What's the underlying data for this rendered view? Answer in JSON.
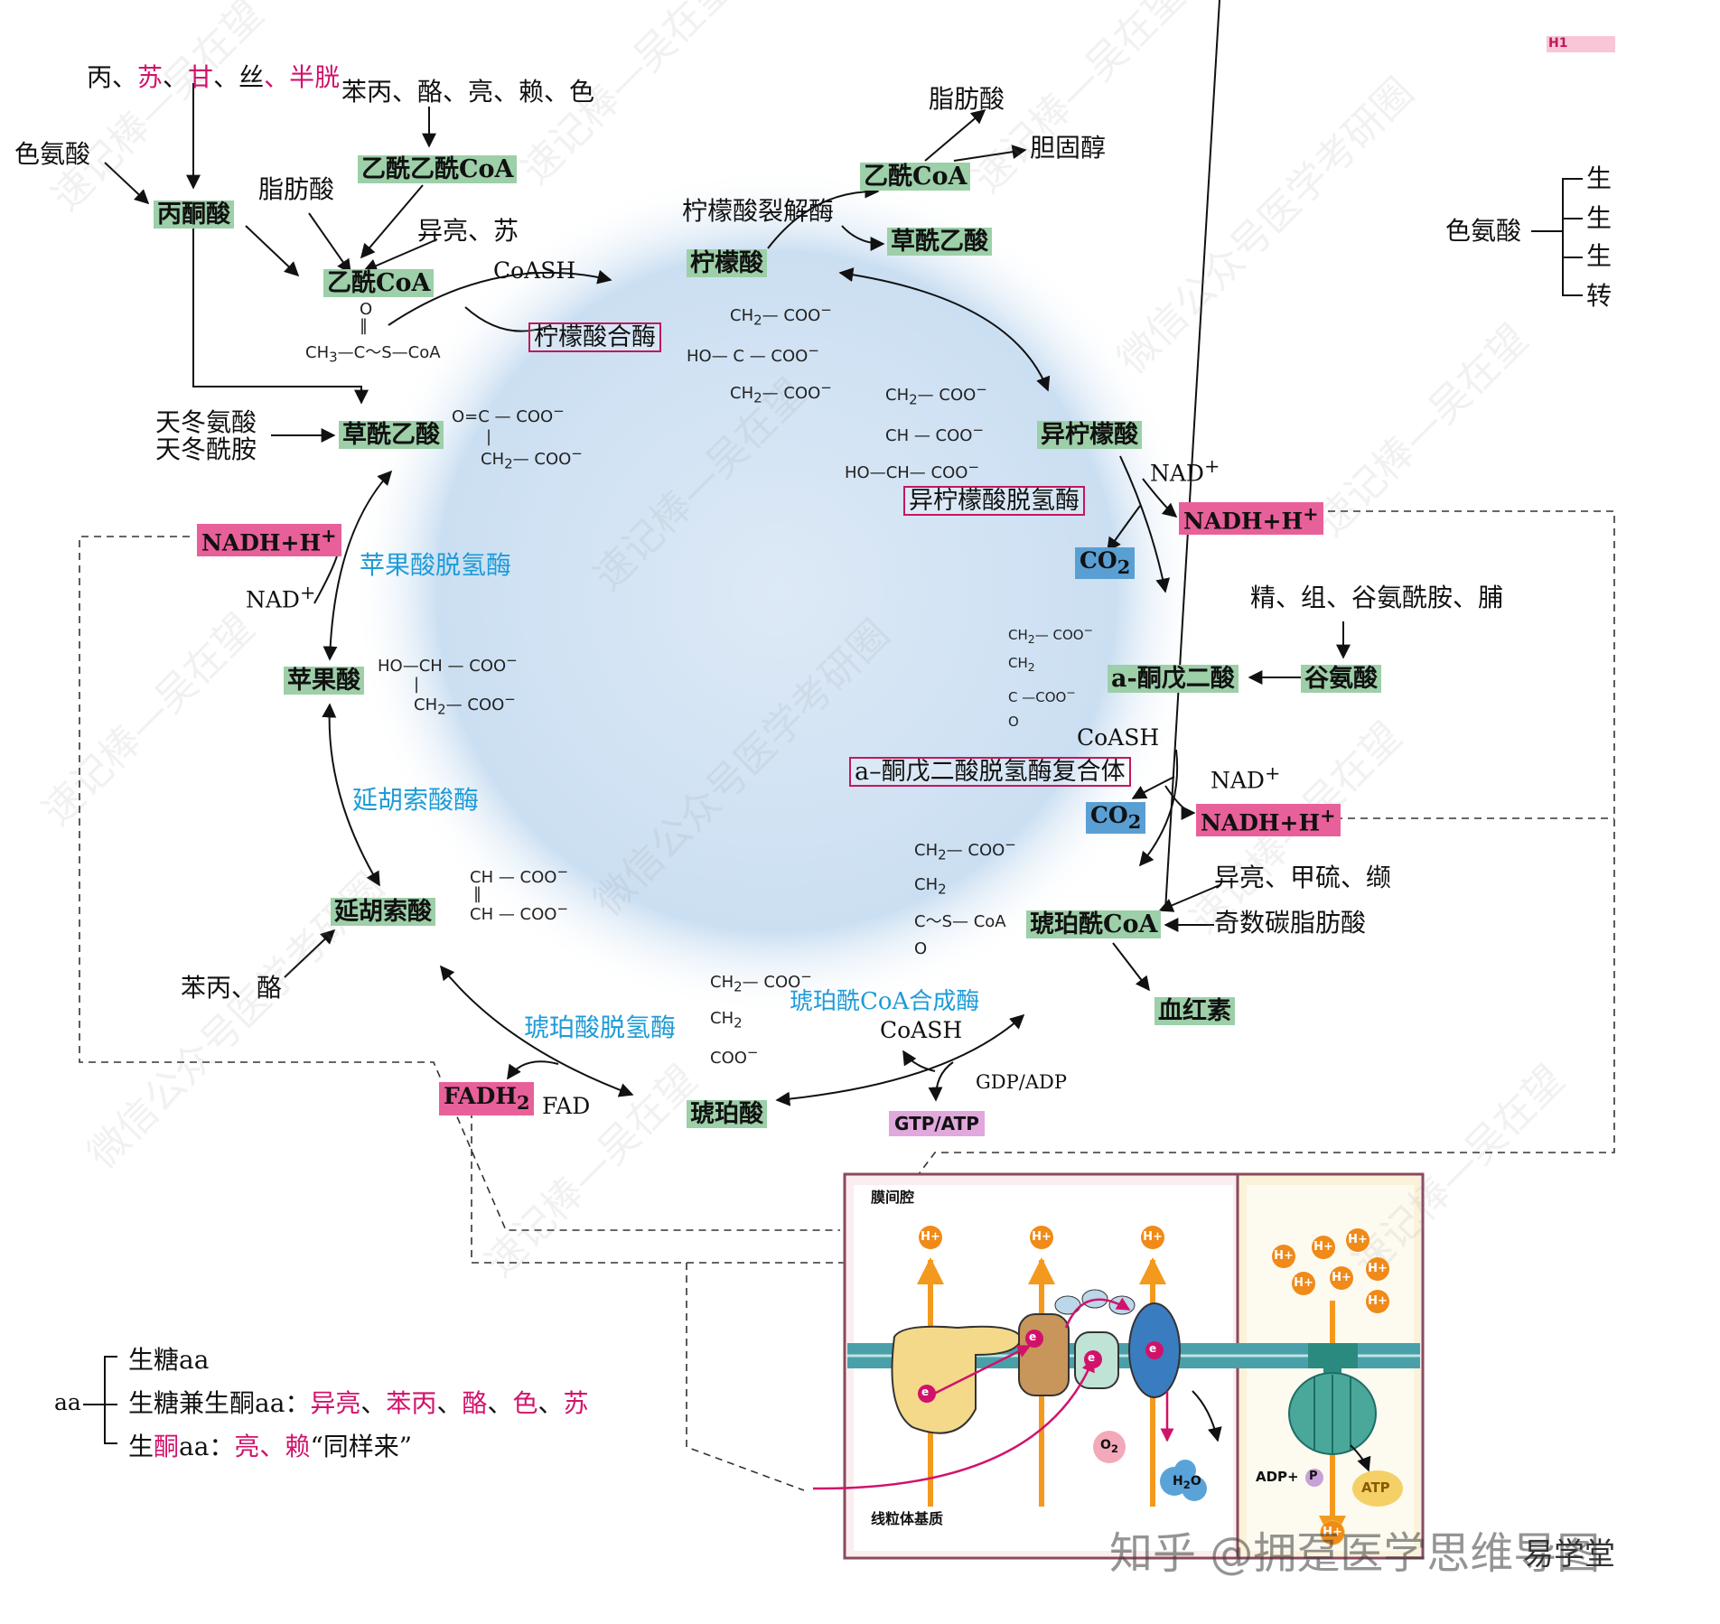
{
  "header": {
    "tag": "H1"
  },
  "cycle": {
    "oxaloacetate": "草酰乙酸",
    "citrate": "柠檬酸",
    "isocitrate": "异柠檬酸",
    "akg": "a-酮戊二酸",
    "succinyl_coa": "琥珀酰CoA",
    "succinate": "琥珀酸",
    "fumarate": "延胡索酸",
    "malate": "苹果酸"
  },
  "enzymes": {
    "citrate_synthase": "柠檬酸合酶",
    "idh": "异柠檬酸脱氢酶",
    "akgdh": "a–酮戊二酸脱氢酶复合体",
    "succ_coa_synth": "琥珀酰CoA合成酶",
    "sdh": "琥珀酸脱氢酶",
    "fumarase": "延胡索酸酶",
    "mdh": "苹果酸脱氢酶",
    "citrate_lyase": "柠檬酸裂解酶"
  },
  "cofactors": {
    "coash": "CoASH",
    "nad": "NAD",
    "nad_sup": "+",
    "nadh": "NADH+H",
    "nadh_sup": "+",
    "co2": "CO",
    "co2_sub": "2",
    "fad": "FAD",
    "fadh": "FADH",
    "fadh_sub": "2",
    "gdp": "GDP/ADP",
    "gtp": "GTP/ATP"
  },
  "inputs": {
    "pyr_aa": [
      "丙、",
      "苏",
      "、",
      "甘",
      "、丝",
      "、半胱"
    ],
    "trp": "色氨酸",
    "pyruvate": "丙酮酸",
    "aa_acetoacetyl": "苯丙、酪、亮、赖、色",
    "acetoacetyl_coa": "乙酰乙酰CoA",
    "fatty_acid": "脂肪酸",
    "ile_thr": "异亮、苏",
    "acetyl_coa": "乙酰CoA",
    "asp": "天冬氨酸",
    "asn": "天冬酰胺",
    "top_acetyl_coa": "乙酰CoA",
    "top_fa": "脂肪酸",
    "cholesterol": "胆固醇",
    "top_oaa": "草酰乙酸",
    "glu_aa": "精、组、谷氨酰胺、脯",
    "glutamate": "谷氨酸",
    "succ_aa": "异亮、甲硫、缬",
    "odd_fa": "奇数碳脂肪酸",
    "heme": "血红素",
    "phe_tyr": "苯丙、酪"
  },
  "trp_fate": {
    "name": "色氨酸",
    "items": [
      "生",
      "生",
      "生",
      "转"
    ]
  },
  "legend": {
    "aa": "aa",
    "row1": "生糖aa",
    "row2_prefix": "生糖兼生酮aa：",
    "row2_items": [
      "异亮",
      "、",
      "苯丙",
      "、",
      "酪",
      "、",
      "色",
      "、",
      "苏"
    ],
    "row3_prefix": "生",
    "row3_mag1": "酮",
    "row3_mid": "aa：",
    "row3_mag2": "亮、赖",
    "row3_suffix": "“同样来”"
  },
  "chem": {
    "acetylcoa": [
      "O",
      "‖",
      "CH",
      "3",
      "—C～S—CoA"
    ],
    "oaa": [
      "O=C — COO",
      "|",
      "CH",
      "2",
      "— COO"
    ],
    "citrate": [
      "CH",
      "2",
      "— COO",
      "HO— C — COO",
      "CH",
      "2",
      "— COO"
    ],
    "isocitrate": [
      "CH",
      "2",
      "— COO",
      "CH — COO",
      "HO—CH— COO"
    ],
    "akg": [
      "CH",
      "2",
      "— COO",
      "CH",
      "2",
      "C —COO",
      "O"
    ],
    "succcoa": [
      "CH",
      "2",
      "— COO",
      "CH",
      "2",
      "C～S— CoA",
      "O"
    ],
    "succinate": [
      "CH",
      "2",
      "— COO",
      "CH",
      "2",
      "COO"
    ],
    "fumarate": [
      "CH — COO",
      "CH — COO"
    ],
    "malate": [
      "HO—CH — COO",
      "CH",
      "2",
      "— COO"
    ],
    "minus": "−"
  },
  "etc": {
    "ims": "膜间腔",
    "matrix": "线粒体基质",
    "h": "H+",
    "e": "e",
    "o2": "O",
    "o2_sub": "2",
    "h2o": "H",
    "h2o_sub": "2",
    "h2o_o": "O",
    "adp": "ADP+",
    "p": "P",
    "atp": "ATP"
  },
  "watermarks": {
    "w1": "速记棒—吴在望",
    "w2": "微信公众号医学考研圈"
  },
  "footer": {
    "credit": "知乎 @拥趸医学思维导图",
    "corner": "易学堂"
  },
  "colors": {
    "green": "#9dcfa8",
    "pink": "#e8609a",
    "blue": "#5a9fd3",
    "enzyme_blue": "#1e9bd7",
    "magenta": "#d1126b",
    "circle": "#cfe2f3"
  }
}
